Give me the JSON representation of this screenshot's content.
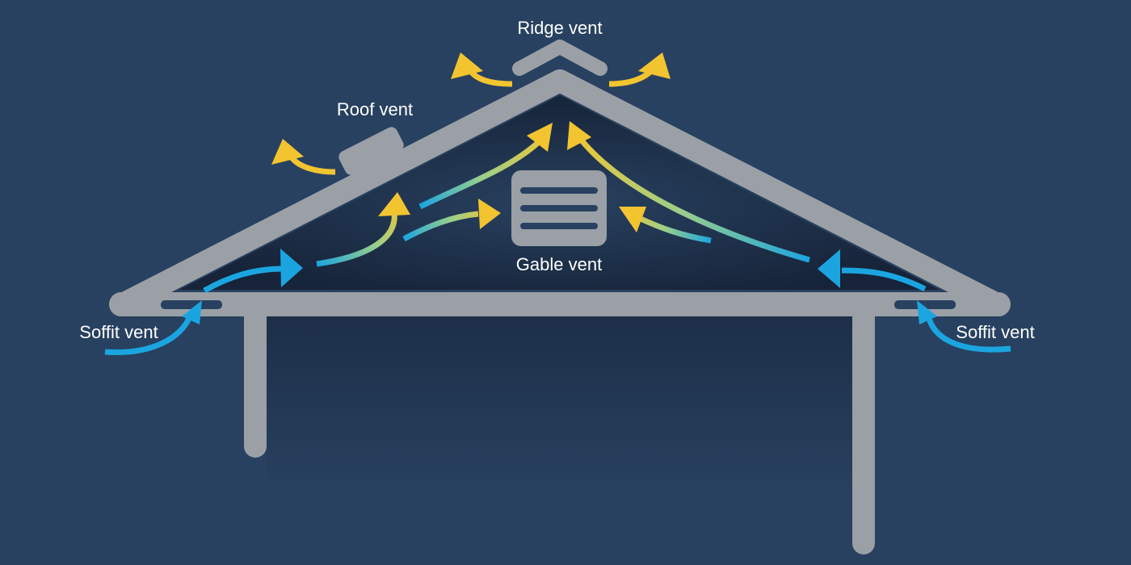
{
  "diagram": {
    "labels": {
      "ridge_vent": "Ridge vent",
      "roof_vent": "Roof vent",
      "gable_vent": "Gable vent",
      "soffit_vent_left": "Soffit vent",
      "soffit_vent_right": "Soffit vent"
    }
  }
}
